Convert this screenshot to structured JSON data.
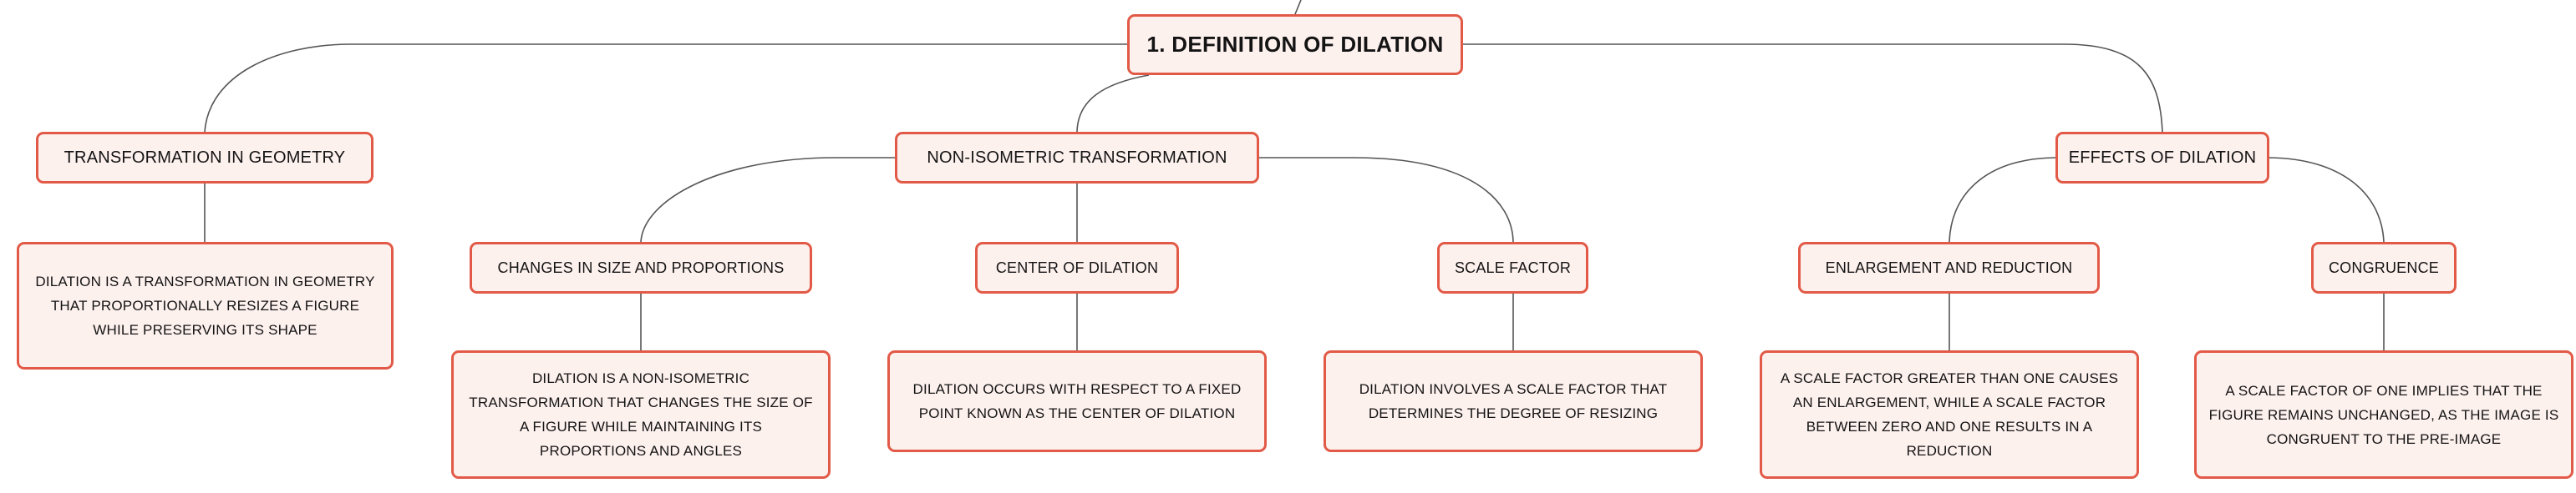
{
  "mindmap": {
    "root": "1. DEFINITION OF DILATION",
    "branches": [
      {
        "label": "TRANSFORMATION IN GEOMETRY",
        "detail": "DILATION IS A TRANSFORMATION IN GEOMETRY THAT PROPORTIONALLY RESIZES A FIGURE WHILE PRESERVING ITS SHAPE"
      },
      {
        "label": "NON-ISOMETRIC TRANSFORMATION",
        "children": [
          {
            "label": "CHANGES IN SIZE AND PROPORTIONS",
            "detail": "DILATION IS A NON-ISOMETRIC TRANSFORMATION THAT CHANGES THE SIZE OF A FIGURE WHILE MAINTAINING ITS PROPORTIONS AND ANGLES"
          },
          {
            "label": "CENTER OF DILATION",
            "detail": "DILATION OCCURS WITH RESPECT TO A FIXED POINT KNOWN AS THE CENTER OF DILATION"
          },
          {
            "label": "SCALE FACTOR",
            "detail": "DILATION INVOLVES A SCALE FACTOR THAT DETERMINES THE DEGREE OF RESIZING"
          }
        ]
      },
      {
        "label": "EFFECTS OF DILATION",
        "children": [
          {
            "label": "ENLARGEMENT AND REDUCTION",
            "detail": "A SCALE FACTOR GREATER THAN ONE CAUSES AN ENLARGEMENT, WHILE A SCALE FACTOR BETWEEN ZERO AND ONE RESULTS IN A REDUCTION"
          },
          {
            "label": "CONGRUENCE",
            "detail": "A SCALE FACTOR OF ONE IMPLIES THAT THE FIGURE REMAINS UNCHANGED, AS THE IMAGE IS CONGRUENT TO THE PRE-IMAGE"
          }
        ]
      }
    ]
  },
  "colors": {
    "node_border": "#e25a47",
    "node_fill": "#fdf1ee",
    "connector": "#555555",
    "text": "#141414"
  }
}
